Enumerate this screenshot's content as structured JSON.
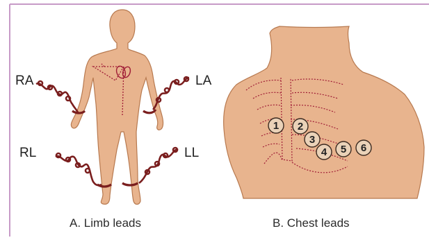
{
  "panel_a": {
    "caption": "A. Limb leads",
    "labels": {
      "ra": "RA",
      "la": "LA",
      "rl": "RL",
      "ll": "LL"
    }
  },
  "panel_b": {
    "caption": "B. Chest leads",
    "electrodes": [
      "1",
      "2",
      "3",
      "4",
      "5",
      "6"
    ]
  },
  "colors": {
    "skin": "#e8b48e",
    "outline": "#b7794f",
    "wire": "#7a1e1e",
    "border": "#c79ac7",
    "electrode_fill": "#ead2b8"
  }
}
